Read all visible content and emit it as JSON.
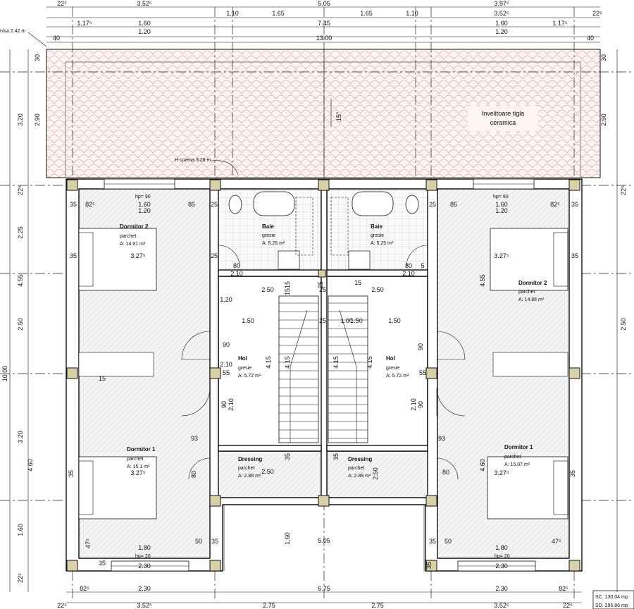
{
  "dims": {
    "top_row1": [
      "22⁵",
      "3.52⁵",
      "5.05",
      "3.97⁵"
    ],
    "top_row2": [
      "1.10",
      "1.65",
      "1.65",
      "1.10",
      "3.52⁵",
      "22⁵"
    ],
    "top_row3": [
      "1.17⁵",
      "1.60",
      "7.45",
      "1.60",
      "1.17⁵"
    ],
    "top_row4": [
      "1.20",
      "1.20"
    ],
    "top_row5": [
      "40",
      "13.00",
      "40"
    ],
    "left": [
      "30",
      "2.90",
      "3.20",
      "22⁵",
      "2.25",
      "4.55",
      "2.50",
      "10.00",
      "3.20",
      "4.60",
      "1.60",
      "22⁵"
    ],
    "right": [
      "30",
      "2.90",
      "22⁵",
      "2.50",
      "4.55",
      "4.60"
    ],
    "bottom_row1": [
      "82⁵",
      "2.30",
      "6.75",
      "2.30",
      "82⁵"
    ],
    "bottom_row2": [
      "22⁵",
      "3.52⁵",
      "2.75",
      "2.75",
      "3.52⁵",
      "22⁵"
    ],
    "interior": [
      "35",
      "82⁵",
      "1.60",
      "85",
      "25",
      "25",
      "85",
      "1.60",
      "82⁵",
      "35",
      "1.20",
      "1.20",
      "35",
      "3.27⁵",
      "3.27⁵",
      "35",
      "25",
      "80",
      "2.10",
      "2.50",
      "15",
      "25",
      "2.50",
      "2.10",
      "80",
      "5",
      "15",
      "25",
      "1.50",
      "25",
      "1.50",
      "15",
      "1.20",
      "1.50",
      "1.00",
      "90",
      "90",
      "2.10",
      "4.15",
      "4.15",
      "4.15",
      "4.15",
      "55",
      "55",
      "90",
      "90",
      "2.10",
      "2.10",
      "15",
      "93",
      "93",
      "2.50",
      "2.50",
      "80",
      "80",
      "3.27⁵",
      "3.27⁵",
      "35",
      "35",
      "35",
      "35",
      "1.60",
      "5.05",
      "47⁵",
      "50",
      "35",
      "35",
      "50",
      "47⁵",
      "1.80",
      "1.80",
      "2.30",
      "2.30",
      "35",
      "35"
    ]
  },
  "notes": {
    "roof_label": "Invelitoare tigla\nceramica",
    "roof_l1": "Invelitoare tigla",
    "roof_l2": "ceramica",
    "slope": "15°",
    "h_coama": "H coama 3.28 m",
    "h_streasina": "nisa 2.42 m",
    "hp_top_left": "hp= 90",
    "hp_top_right": "hp= 90",
    "hp_bot_left": "hp= 20",
    "hp_bot_right": "hp= 20",
    "sc": "SC. 130.04 mp",
    "sd": "SD. 296.86 mp"
  },
  "rooms": [
    {
      "name": "Dormitor 2",
      "floor": "parchet",
      "area": "A: 14.91 m²"
    },
    {
      "name": "Baie",
      "floor": "gresie",
      "area": "A: 5.25 m²"
    },
    {
      "name": "Baie",
      "floor": "gresie",
      "area": "A: 5.25 m²"
    },
    {
      "name": "Dormitor 2",
      "floor": "parchet",
      "area": "A: 14.88 m²"
    },
    {
      "name": "Hol",
      "floor": "gresie",
      "area": "A: 5.72 m²"
    },
    {
      "name": "Hol",
      "floor": "gresie",
      "area": "A: 5.72 m²"
    },
    {
      "name": "Dressing",
      "floor": "parchet",
      "area": "A: 2.88 m²"
    },
    {
      "name": "Dressing",
      "floor": "parchet",
      "area": "A: 2.88 m²"
    },
    {
      "name": "Dormitor 1",
      "floor": "parchet",
      "area": "A: 15.1 m²"
    },
    {
      "name": "Dormitor 1",
      "floor": "parchet",
      "area": "A: 15.07 m²"
    }
  ]
}
